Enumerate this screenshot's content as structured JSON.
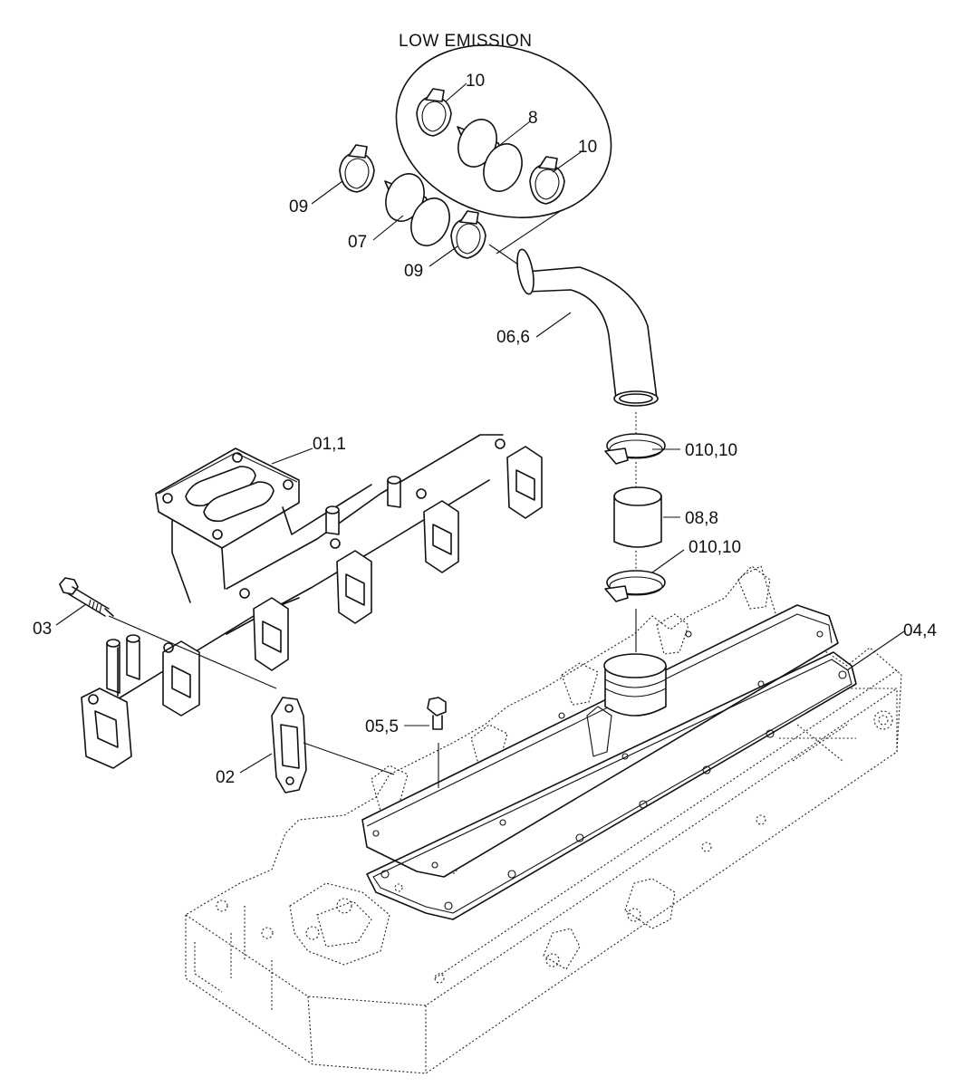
{
  "diagram": {
    "title": "LOW EMISSION",
    "labels": {
      "p01": "01,1",
      "p02": "02",
      "p03": "03",
      "p04": "04,4",
      "p05": "05,5",
      "p06": "06,6",
      "p07": "07",
      "p08": "08,8",
      "p09a": "09",
      "p09b": "09",
      "p010a": "010,10",
      "p010b": "010,10",
      "le8": "8",
      "le10a": "10",
      "le10b": "10"
    }
  }
}
